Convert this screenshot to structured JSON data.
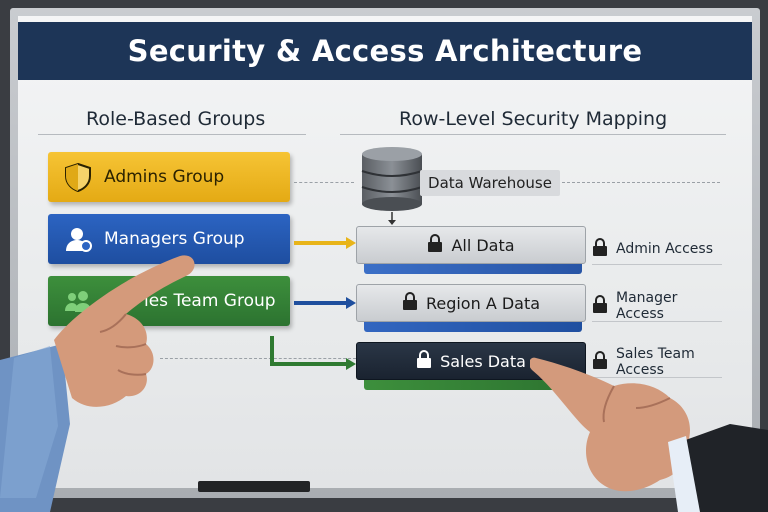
{
  "title": "Security & Access Architecture",
  "headings": {
    "left": "Role-Based Groups",
    "right": "Row-Level Security Mapping"
  },
  "groups": [
    {
      "label": "Admins Group",
      "icon": "shield-icon",
      "color": "#f2bd2c"
    },
    {
      "label": "Managers Group",
      "icon": "user-icon",
      "color": "#2659b3"
    },
    {
      "label": "Sales Team Group",
      "visible_label": "les Team Group",
      "icon": "users-icon",
      "color": "#357f35"
    }
  ],
  "warehouse": {
    "label": "Data Warehouse",
    "icon": "database-icon"
  },
  "data_layers": [
    {
      "label": "All Data",
      "icon": "lock-icon"
    },
    {
      "label": "Region A Data",
      "icon": "lock-icon"
    },
    {
      "label": "Sales Data",
      "icon": "lock-icon"
    }
  ],
  "access_levels": [
    {
      "label": "Admin Access",
      "icon": "lock-icon"
    },
    {
      "label": "Manager Access",
      "icon": "lock-icon"
    },
    {
      "label": "Sales Team Access",
      "icon": "lock-icon"
    }
  ],
  "colors": {
    "title_bar": "#1d3557",
    "arrow_yellow": "#e8b419",
    "arrow_blue": "#1f4f9e",
    "arrow_green": "#2f7a31"
  }
}
